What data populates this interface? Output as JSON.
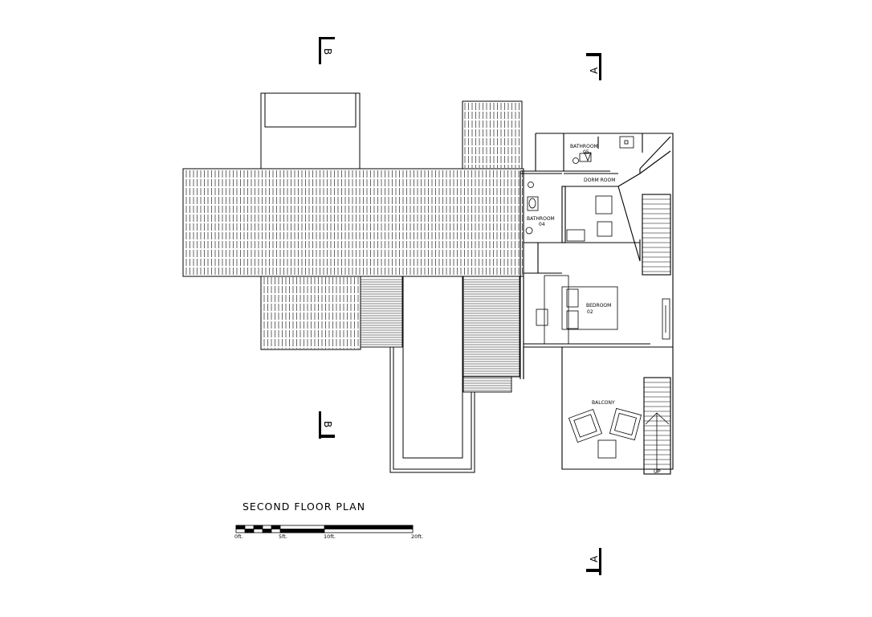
{
  "title": "SECOND FLOOR PLAN",
  "rooms": {
    "bathroom05_line1": "BATHROOM",
    "bathroom05_line2": "05",
    "dorm_room": "DORM ROOM",
    "bathroom04_line1": "BATHROOM",
    "bathroom04_line2": "04",
    "bedroom02_line1": "BEDROOM",
    "bedroom02_line2": "02",
    "balcony": "BALCONY"
  },
  "section_markers": {
    "b_top": "B",
    "b_bottom": "B",
    "a_top": "A",
    "a_bottom": "A"
  },
  "scale_bar": {
    "labels": [
      "0ft.",
      "5ft.",
      "10ft.",
      "20ft."
    ]
  },
  "stair_label": "UP"
}
